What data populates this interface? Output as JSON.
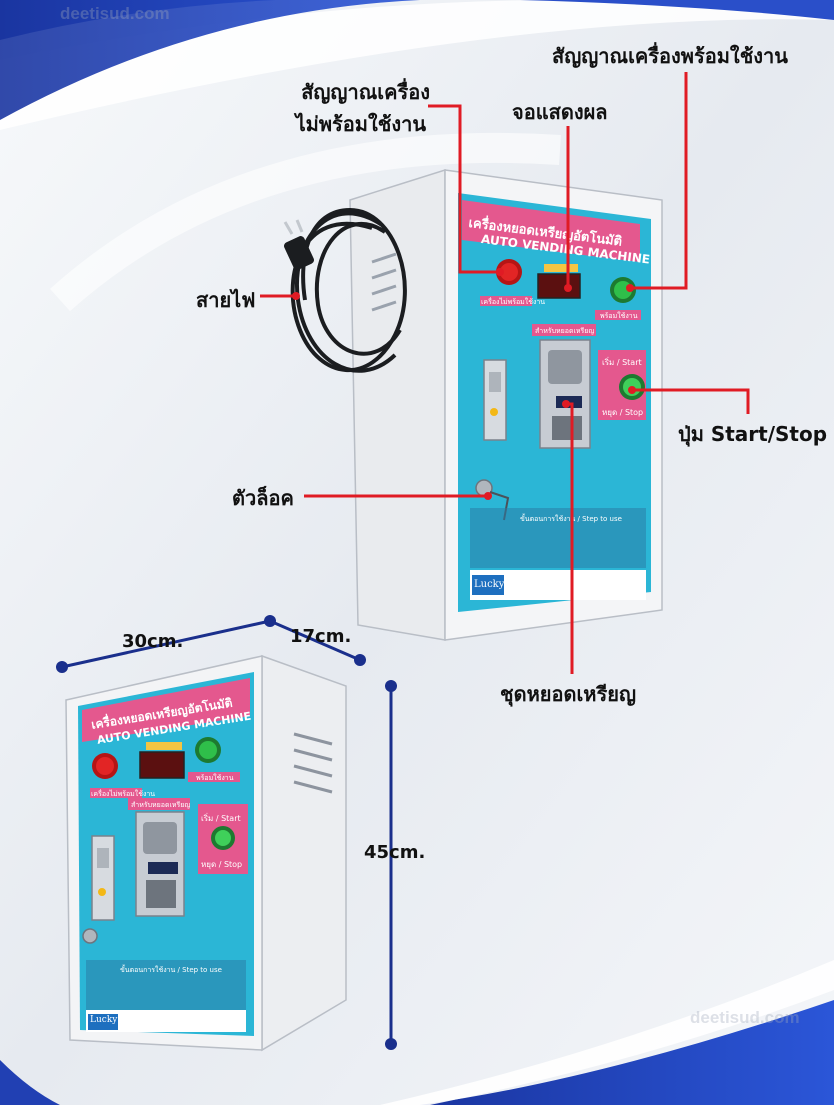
{
  "watermark": "deetisud.com",
  "callouts": {
    "not_ready_line1": "สัญญาณเครื่อง",
    "not_ready_line2": "ไม่พร้อมใช้งาน",
    "display": "จอแสดงผล",
    "ready": "สัญญาณเครื่องพร้อมใช้งาน",
    "power_cord": "สายไฟ",
    "start_stop": "ปุ่ม Start/Stop",
    "lock": "ตัวล็อค",
    "coin_unit": "ชุดหยอดเหรียญ"
  },
  "dimensions": {
    "width": "30cm.",
    "depth": "17cm.",
    "height": "45cm."
  },
  "machine": {
    "title_th": "เครื่องหยอดเหรียญอัตโนมัติ",
    "title_en": "AUTO VENDING MACHINE",
    "label_not_ready": "เครื่องไม่พร้อมใช้งาน",
    "label_ready": "พร้อมใช้งาน",
    "label_coin": "สำหรับหยอดเหรียญ",
    "label_start": "เริ่ม / Start",
    "label_stop": "หยุด / Stop",
    "steps_title": "ขั้นตอนการใช้งาน / Step to use",
    "brand": "Lucky"
  },
  "colors": {
    "panel_cyan": "#2bb6d6",
    "panel_pink": "#e4588e",
    "led_red": "#e22525",
    "led_green": "#2fbf4a",
    "callout_line": "#e01b24",
    "blue_swoosh": "#1f3ea8"
  }
}
